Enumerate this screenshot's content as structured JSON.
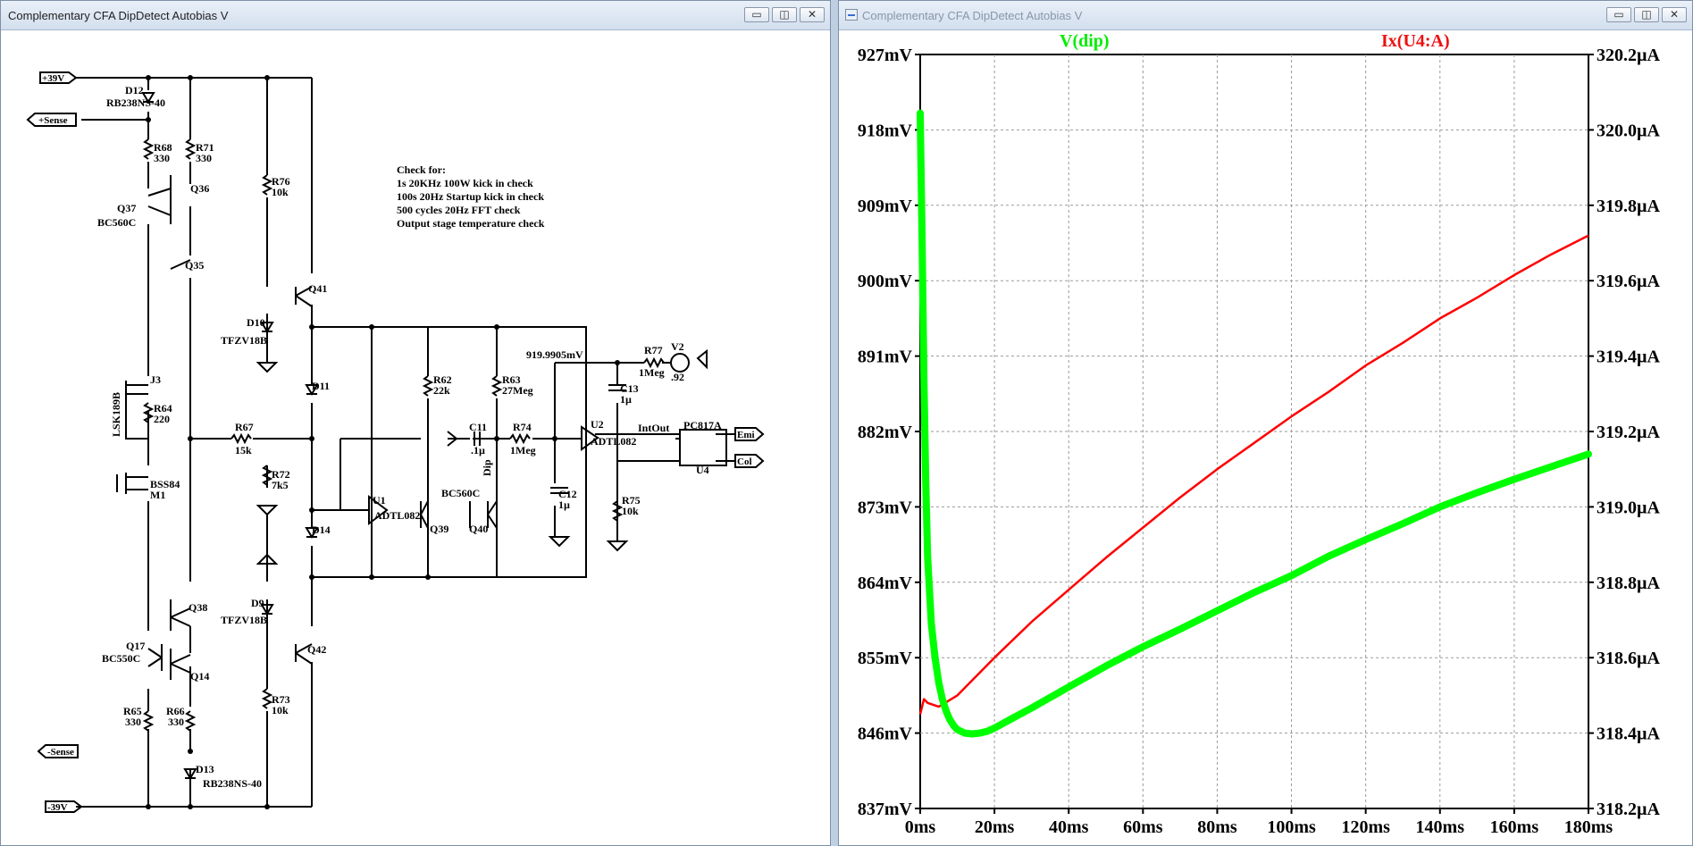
{
  "schematic_window": {
    "title": "Complementary CFA DipDetect Autobias V",
    "buttons": {
      "minimize": "▭",
      "maximize": "◫",
      "close": "✕"
    }
  },
  "plot_window": {
    "title": "Complementary CFA DipDetect Autobias V",
    "buttons": {
      "minimize": "▭",
      "maximize": "◫",
      "close": "✕"
    }
  },
  "schematic": {
    "ports": {
      "pos_supply": "+39V",
      "pos_sense": "+Sense",
      "neg_sense": "-Sense",
      "neg_supply": "-39V",
      "emi": "Emi",
      "col": "Col"
    },
    "note": [
      "Check for:",
      "1s 20KHz 100W kick in check",
      "100s 20Hz Startup kick in check",
      "500 cycles 20Hz FFT check",
      "Output stage temperature check"
    ],
    "voltage_readout": "919.9905mV",
    "net_labels": {
      "intout": "IntOut",
      "dip": "Dip"
    },
    "components": {
      "d12_ref": "D12",
      "d12_val": "RB238NS-40",
      "r68_ref": "R68",
      "r68_val": "330",
      "r71_ref": "R71",
      "r71_val": "330",
      "q36": "Q36",
      "q37_ref": "Q37",
      "q37_val": "BC560C",
      "q35": "Q35",
      "r76_ref": "R76",
      "r76_val": "10k",
      "q41": "Q41",
      "d10_ref": "D10",
      "d10_val": "TFZV18B",
      "d11": "D11",
      "j3": "J3",
      "lsk": "LSK189B",
      "r64_ref": "R64",
      "r64_val": "220",
      "r67_ref": "R67",
      "r67_val": "15k",
      "r72_ref": "R72",
      "r72_val": "7k5",
      "bss_ref": "BSS84",
      "m1": "M1",
      "d14": "D14",
      "r62_ref": "R62",
      "r62_val": "22k",
      "r63_ref": "R63",
      "r63_val": "27Meg",
      "c11_ref": "C11",
      "c11_val": ".1µ",
      "r74_ref": "R74",
      "r74_val": "1Meg",
      "u1_ref": "U1",
      "u1_val": "ADTL082",
      "bc560c_2": "BC560C",
      "q39": "Q39",
      "q40": "Q40",
      "c12_ref": "C12",
      "c12_val": "1µ",
      "u2_ref": "U2",
      "u2_val": "ADTL082",
      "c13_ref": "C13",
      "c13_val": "1µ",
      "r77_ref": "R77",
      "r77_val": "1Meg",
      "v2_ref": "V2",
      "v2_val": ".92",
      "pc_ref": "PC817A",
      "u4": "U4",
      "r75_ref": "R75",
      "r75_val": "10k",
      "q38": "Q38",
      "q17_ref": "Q17",
      "q17_val": "BC550C",
      "q14": "Q14",
      "d9_ref": "D9",
      "d9_val": "TFZV18B",
      "q42": "Q42",
      "r65_ref": "R65",
      "r65_val": "330",
      "r66_ref": "R66",
      "r66_val": "330",
      "r73_ref": "R73",
      "r73_val": "10k",
      "d13_ref": "D13",
      "d13_val": "RB238NS-40"
    }
  },
  "colors": {
    "wire": "#000000",
    "trace_vdip": "#00ff00",
    "trace_ix": "#ff0000",
    "grid": "#9a9a9a",
    "window_bg": "#bfcfe2"
  },
  "chart_data": {
    "type": "line",
    "title": "",
    "xlabel": "",
    "ylabel": "",
    "xlim": [
      0,
      180
    ],
    "x_unit": "ms",
    "x_ticks": [
      "0ms",
      "20ms",
      "40ms",
      "60ms",
      "80ms",
      "100ms",
      "120ms",
      "140ms",
      "160ms",
      "180ms"
    ],
    "y_left": {
      "lim": [
        837,
        927
      ],
      "unit": "mV",
      "ticks": [
        "837mV",
        "846mV",
        "855mV",
        "864mV",
        "873mV",
        "882mV",
        "891mV",
        "900mV",
        "909mV",
        "918mV",
        "927mV"
      ]
    },
    "y_right": {
      "lim": [
        318.2,
        320.2
      ],
      "unit": "µA",
      "ticks": [
        "318.2µA",
        "318.4µA",
        "318.6µA",
        "318.8µA",
        "319.0µA",
        "319.2µA",
        "319.4µA",
        "319.6µA",
        "319.8µA",
        "320.0µA",
        "320.2µA"
      ]
    },
    "grid": true,
    "series": [
      {
        "name": "V(dip)",
        "axis": "left",
        "x": [
          0,
          0.5,
          1,
          1.5,
          2,
          3,
          4,
          5,
          6,
          7,
          8,
          9,
          10,
          12,
          14,
          16,
          18,
          20,
          25,
          30,
          40,
          50,
          60,
          70,
          80,
          90,
          100,
          110,
          120,
          130,
          140,
          150,
          160,
          170,
          180
        ],
        "values": [
          920,
          905,
          888,
          876,
          867,
          859,
          855,
          852,
          850,
          848.6,
          847.6,
          846.9,
          846.4,
          846,
          845.9,
          846,
          846.2,
          846.6,
          847.8,
          849,
          851.5,
          854,
          856.3,
          858.4,
          860.6,
          862.8,
          864.8,
          867.1,
          869.1,
          871,
          873,
          874.7,
          876.3,
          877.8,
          879.3
        ]
      },
      {
        "name": "Ix(U4:A)",
        "axis": "right",
        "x": [
          0,
          1,
          2,
          5,
          10,
          20,
          30,
          40,
          50,
          60,
          70,
          80,
          90,
          100,
          110,
          120,
          130,
          140,
          150,
          160,
          170,
          180
        ],
        "values": [
          318.45,
          318.49,
          318.48,
          318.47,
          318.5,
          318.6,
          318.695,
          318.78,
          318.865,
          318.945,
          319.025,
          319.1,
          319.17,
          319.24,
          319.305,
          319.375,
          319.435,
          319.5,
          319.555,
          319.615,
          319.67,
          319.72
        ]
      }
    ]
  }
}
